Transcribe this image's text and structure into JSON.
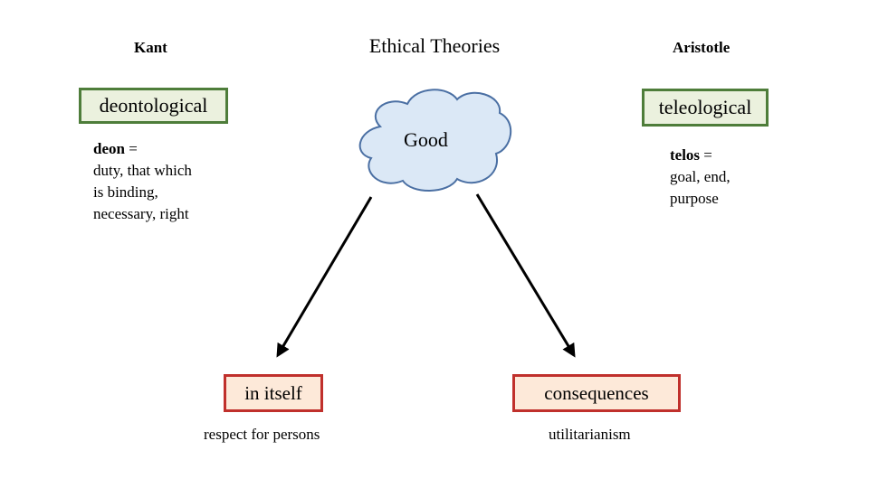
{
  "title": "Ethical Theories",
  "left_philosopher": "Kant",
  "right_philosopher": "Aristotle",
  "left_theory": "deontological",
  "right_theory": "teleological",
  "center": "Good",
  "left_note": {
    "term": "deon",
    "line1": " =",
    "line2": "duty, that which",
    "line3": "is binding,",
    "line4": "necessary, right"
  },
  "right_note": {
    "term": "telos",
    "line1": " =",
    "line2": "goal, end,",
    "line3": "purpose"
  },
  "left_branch": {
    "label": "in itself",
    "sublabel": "respect for persons"
  },
  "right_branch": {
    "label": "consequences",
    "sublabel": "utilitarianism"
  },
  "colors": {
    "green_border": "#4e7d3a",
    "green_fill": "#ebf1de",
    "red_border": "#c0302c",
    "red_fill": "#fde9d9",
    "cloud_fill": "#dbe8f6",
    "cloud_border": "#4a6fa3"
  }
}
